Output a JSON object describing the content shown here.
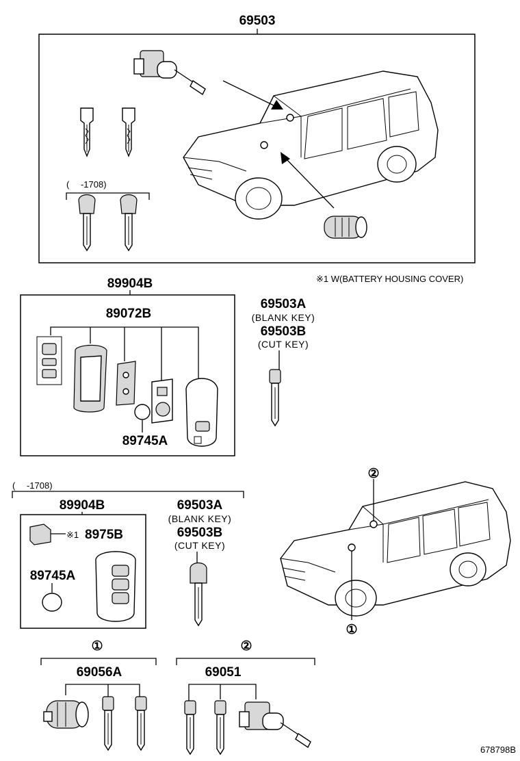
{
  "top_assembly": {
    "part_no": "69503",
    "date_range": "(　 -1708)",
    "note": "※1 W(BATTERY HOUSING COVER)"
  },
  "smart_key_group": {
    "part_no": "89904B",
    "housing_part_no": "89072B",
    "battery_part_no": "89745A"
  },
  "key_group_a": {
    "blank_part_no": "69503A",
    "blank_label": "(BLANK KEY)",
    "cut_part_no": "69503B",
    "cut_label": "(CUT KEY)"
  },
  "lower_group": {
    "date_range": "(　 -1708)",
    "smart_key_part_no": "89904B",
    "cover_marker": "※1",
    "cover_part_no": "8975B",
    "battery_part_no": "89745A",
    "blank_part_no": "69503A",
    "blank_label": "(BLANK KEY)",
    "cut_part_no": "69503B",
    "cut_label": "(CUT KEY)"
  },
  "callouts": {
    "one": "①",
    "two": "②"
  },
  "kit_1": {
    "marker": "①",
    "part_no": "69056A"
  },
  "kit_2": {
    "marker": "②",
    "part_no": "69051"
  },
  "diagram_id": "678798B"
}
